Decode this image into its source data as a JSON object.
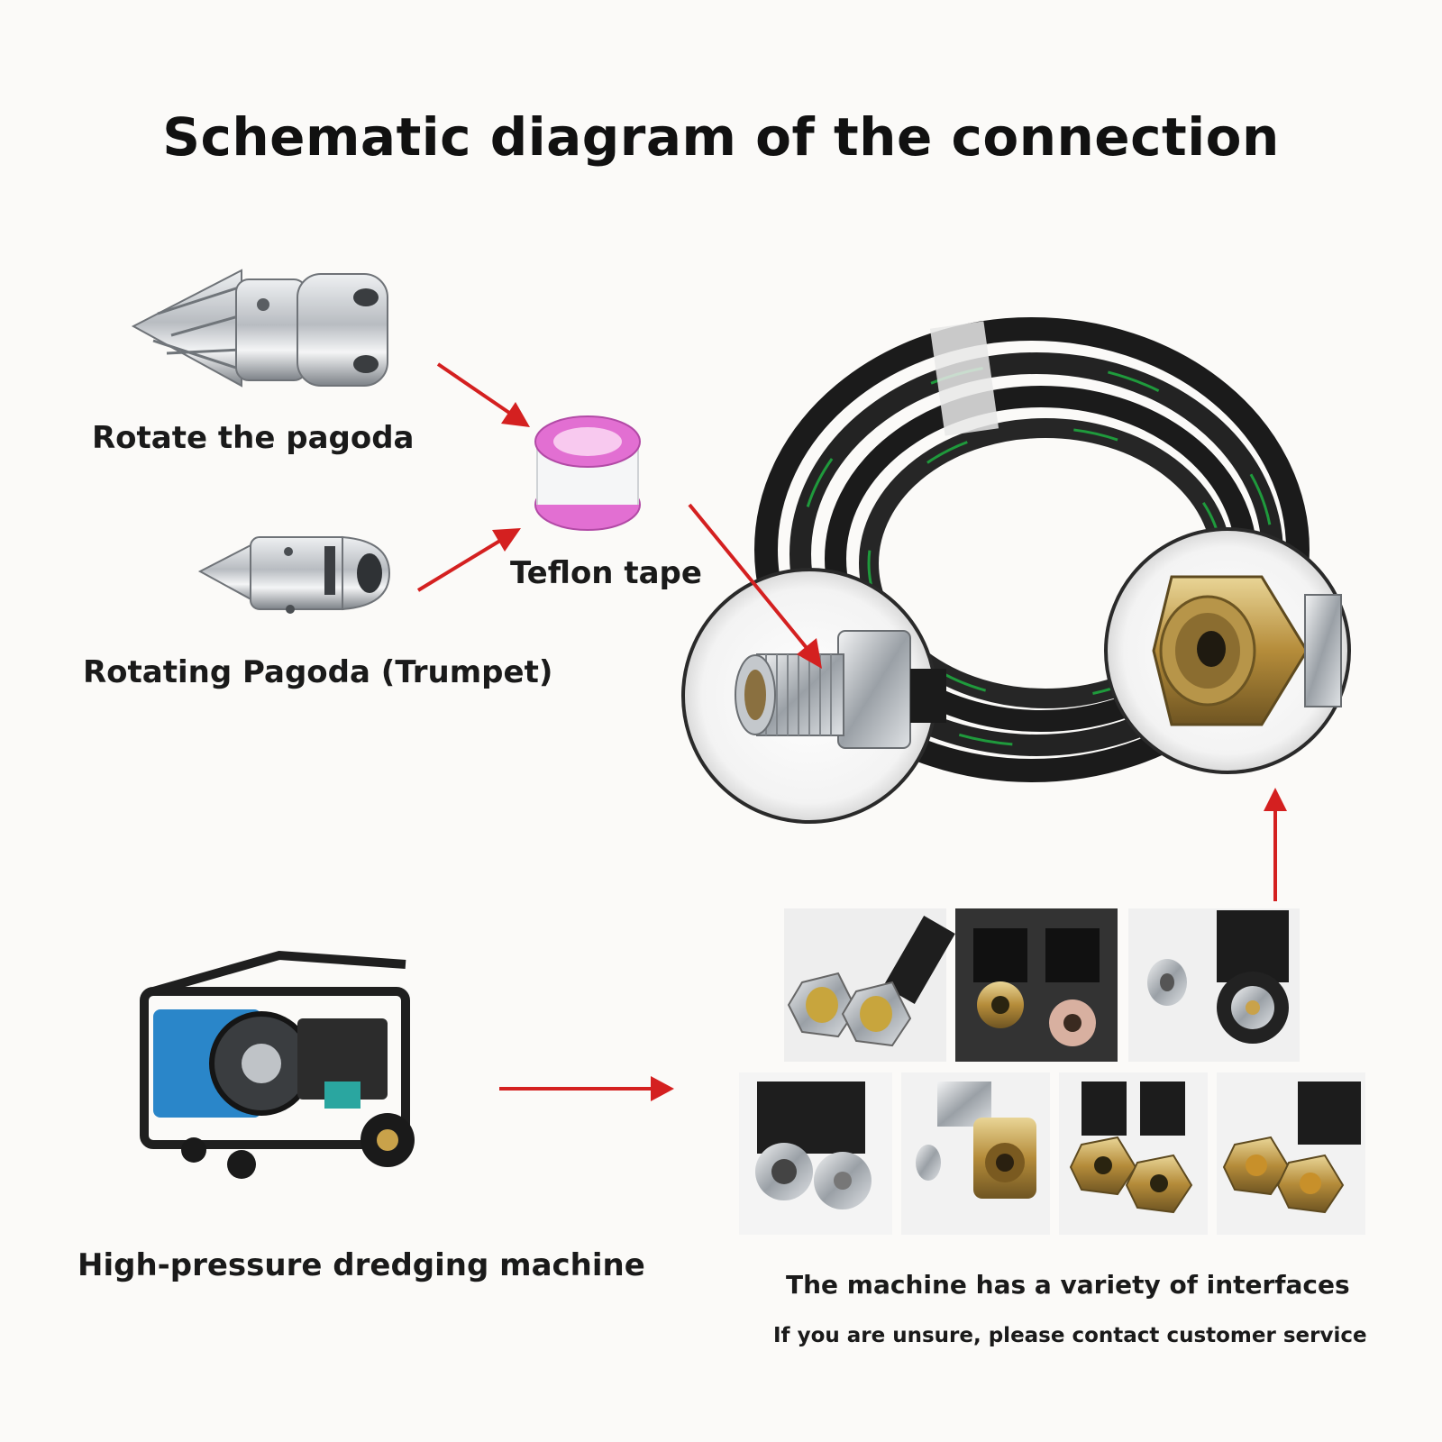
{
  "title": "Schematic diagram of the connection",
  "labels": {
    "rotate_pagoda": "Rotate the pagoda",
    "rotating_pagoda_trumpet": "Rotating Pagoda (Trumpet)",
    "teflon_tape": "Teflon tape",
    "dredging_machine": "High-pressure dredging machine",
    "interfaces": "The machine has a variety of interfaces",
    "contact": "If you are unsure, please contact customer service"
  },
  "colors": {
    "arrow": "#d42020",
    "teflon": "#e26fd2",
    "hose": "#1b1b1b",
    "hose_print": "#1f9a3c",
    "steel": "#b9bcc0",
    "brass": "#c9a24a",
    "machine_blue": "#2a86c9"
  },
  "icons": {
    "nozzle_drill": "drill-nozzle-icon",
    "nozzle_trumpet": "trumpet-nozzle-icon",
    "tape": "teflon-tape-icon",
    "hose": "hose-coil-icon",
    "male_fitting": "male-thread-fitting-icon",
    "female_fitting": "female-nut-fitting-icon",
    "machine": "pressure-washer-icon"
  }
}
